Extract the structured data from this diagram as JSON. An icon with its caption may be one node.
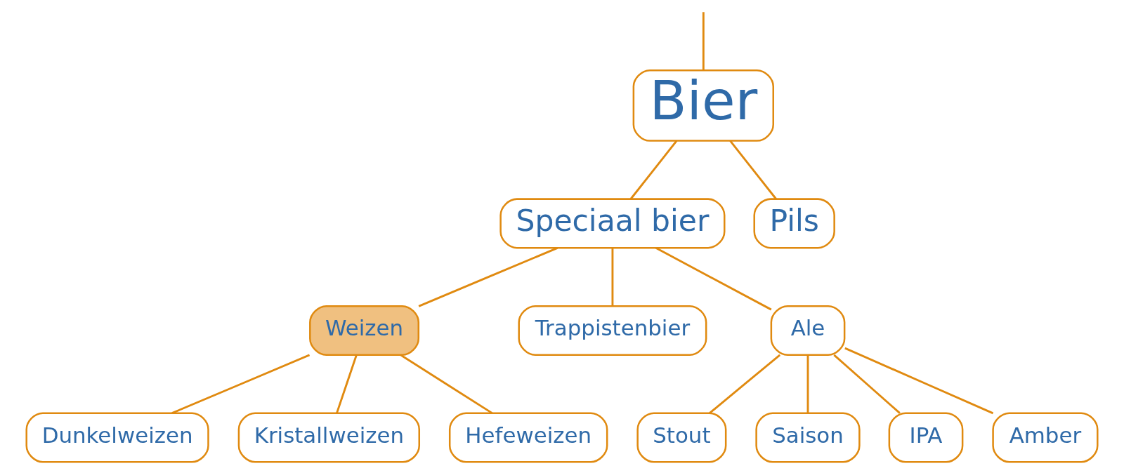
{
  "diagram": {
    "nodes": [
      {
        "text": [
          "Bier"
        ]
      },
      {
        "text": [
          "Speciaal bier"
        ]
      },
      {
        "text": [
          "Pils"
        ]
      },
      {
        "text": [
          "Weizen"
        ]
      },
      {
        "text": [
          "Trappistenbier"
        ]
      },
      {
        "text": [
          "Ale"
        ]
      },
      {
        "text": [
          "Dunkelweizen"
        ]
      },
      {
        "text": [
          "Kristallweizen"
        ]
      },
      {
        "text": [
          "Hefeweizen"
        ]
      },
      {
        "text": [
          "Stout"
        ]
      },
      {
        "text": [
          "Saison"
        ]
      },
      {
        "text": [
          "IPA"
        ]
      },
      {
        "text": [
          "Amber"
        ]
      }
    ],
    "edges": [
      {
        "from": 0,
        "to": null,
        "arrow": "none"
      },
      {
        "from": 0,
        "to": 1,
        "arrow": "none"
      },
      {
        "from": 0,
        "to": 2,
        "arrow": "none"
      },
      {
        "from": 1,
        "to": 3,
        "arrow": "none"
      },
      {
        "from": 1,
        "to": 4,
        "arrow": "none"
      },
      {
        "from": 1,
        "to": 5,
        "arrow": "none"
      },
      {
        "from": 3,
        "to": 6,
        "arrow": "none"
      },
      {
        "from": 3,
        "to": 7,
        "arrow": "none"
      },
      {
        "from": 3,
        "to": 8,
        "arrow": "none"
      },
      {
        "from": 5,
        "to": 9,
        "arrow": "none"
      },
      {
        "from": 5,
        "to": 10,
        "arrow": "none"
      },
      {
        "from": 5,
        "to": 11,
        "arrow": "none"
      },
      {
        "from": 5,
        "to": 12,
        "arrow": "none"
      }
    ]
  }
}
